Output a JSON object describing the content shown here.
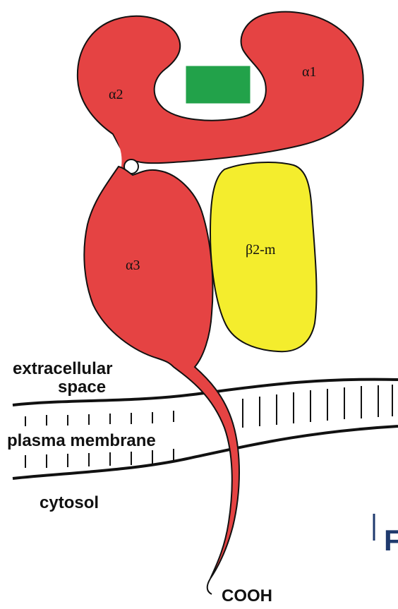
{
  "labels": {
    "alpha1": "α1",
    "alpha2": "α2",
    "alpha3": "α3",
    "beta2m": "β2-m",
    "extracellular_space": "extracellular space",
    "extracellular_line1": "extracellular",
    "extracellular_line2": "space",
    "plasma_membrane": "plasma membrane",
    "cytosol": "cytosol",
    "cooh": "COOH",
    "cut_off_letter": "F"
  },
  "colors": {
    "heavy_chain": "#e54343",
    "beta2m": "#f4ed2d",
    "peptide": "#22a24a",
    "outline": "#111111",
    "membrane_line": "#111111",
    "accent": "#1f3a6e"
  }
}
